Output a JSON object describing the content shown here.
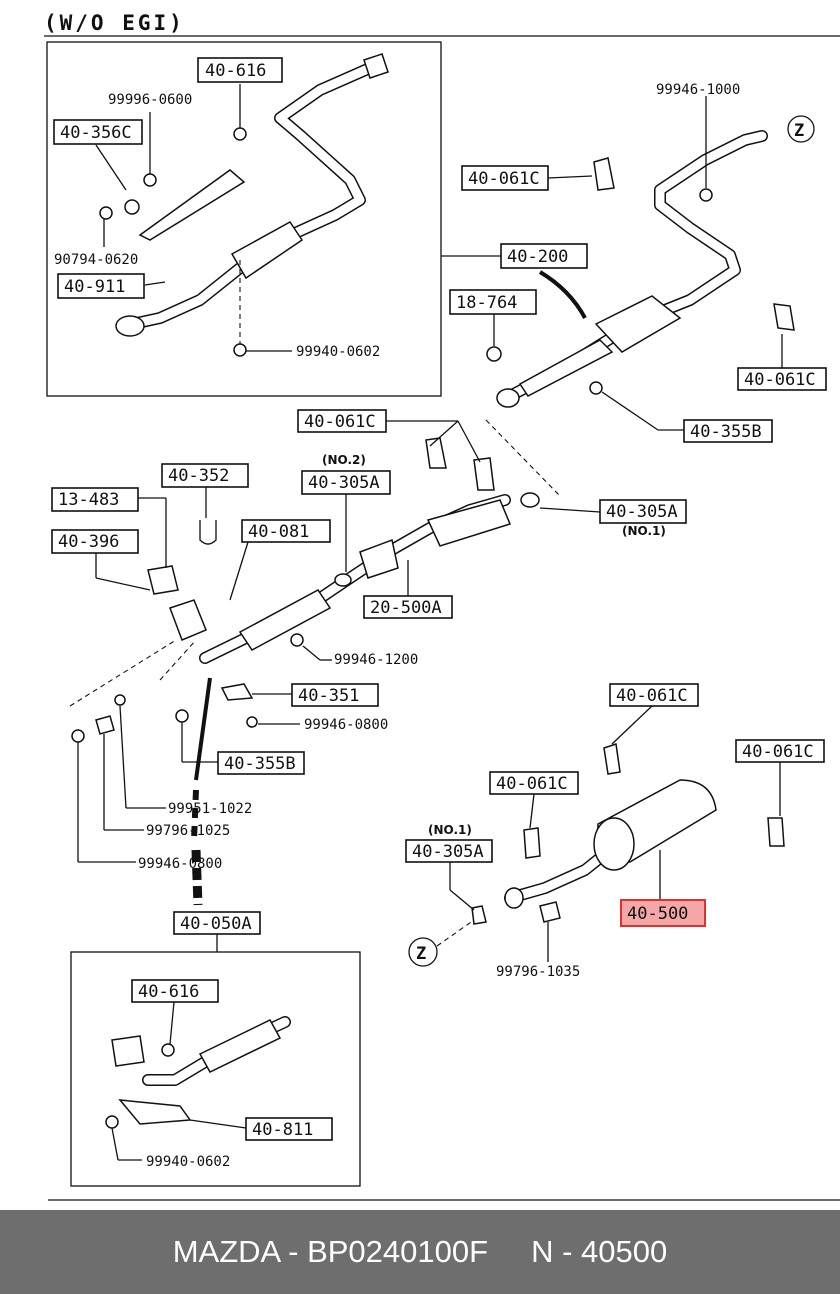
{
  "header": "(W/O EGI)",
  "labels": {
    "l_40_616_top": "40-616",
    "l_99996_0600": "99996-0600",
    "l_40_356c": "40-356C",
    "l_90794_0620": "90794-0620",
    "l_40_911": "40-911",
    "l_99940_0602_top": "99940-0602",
    "l_40_200": "40-200",
    "l_99946_1000": "99946-1000",
    "l_40_061c_a": "40-061C",
    "l_18_764": "18-764",
    "l_40_061c_b": "40-061C",
    "l_40_355b_a": "40-355B",
    "l_40_061c_c": "40-061C",
    "l_no2": "(NO.2)",
    "l_40_305a_a": "40-305A",
    "l_40_352": "40-352",
    "l_13_483": "13-483",
    "l_40_081": "40-081",
    "l_40_396": "40-396",
    "l_40_305a_b": "40-305A",
    "l_no1_a": "(NO.1)",
    "l_20_500a": "20-500A",
    "l_99946_1200": "99946-1200",
    "l_40_351": "40-351",
    "l_99946_0800_a": "99946-0800",
    "l_40_355b_b": "40-355B",
    "l_99951_1022": "99951-1022",
    "l_99796_1025": "99796-1025",
    "l_99946_0800_b": "99946-0800",
    "l_40_050a": "40-050A",
    "l_40_061c_d": "40-061C",
    "l_40_061c_e": "40-061C",
    "l_40_061c_f": "40-061C",
    "l_no1_b": "(NO.1)",
    "l_40_305a_c": "40-305A",
    "l_40_500": "40-500",
    "l_99796_1035": "99796-1035",
    "l_40_616_bot": "40-616",
    "l_40_811": "40-811",
    "l_99940_0602_bot": "99940-0602",
    "z_top": "Z",
    "z_bottom": "Z"
  },
  "highlight_color": "#e03030",
  "footer": {
    "brand": "MAZDA",
    "part_number": "BP0240100F",
    "ref": "N - 40500",
    "text": "MAZDA - BP0240100F     N - 40500"
  }
}
